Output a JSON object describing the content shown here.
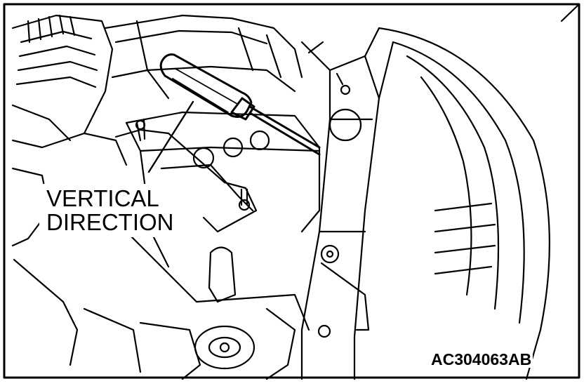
{
  "figure": {
    "callout_line1": "VERTICAL",
    "callout_line2": "DIRECTION",
    "figure_code": "AC304063AB"
  },
  "colors": {
    "ink": "#000000",
    "paper": "#ffffff"
  }
}
